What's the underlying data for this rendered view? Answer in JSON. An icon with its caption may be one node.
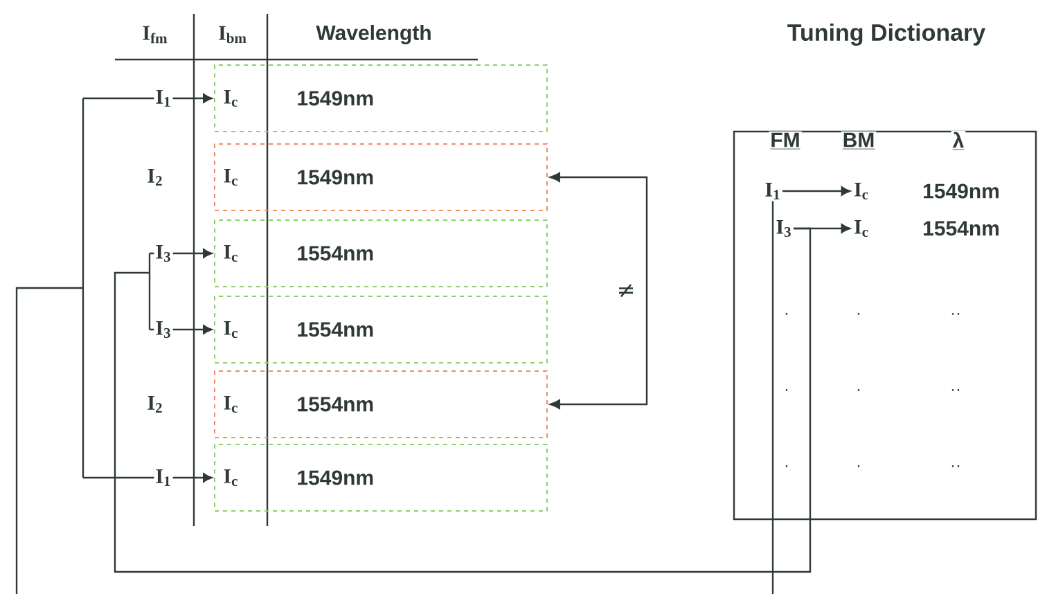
{
  "diagram": {
    "nodes": [
      {
        "text": [
          "I$_{c}$",
          "1549nm"
        ]
      },
      {
        "text": [
          "I$_{c}$",
          "1549nm"
        ]
      },
      {
        "text": [
          "I$_{c}$",
          "1554nm"
        ]
      },
      {
        "text": [
          "I$_{c}$",
          "1554nm"
        ]
      },
      {
        "text": [
          "I$_{c}$",
          "1554nm"
        ]
      },
      {
        "text": [
          "I$_{c}$",
          "1549nm"
        ]
      },
      {
        "text": [
          "Tuning Dictionary"
        ]
      },
      {
        "text": [
          "I$_{1}$"
        ],
        "in": 6
      },
      {
        "text": [
          "I$_{c}$"
        ],
        "in": 6
      },
      {
        "text": [
          "I$_{3}$"
        ],
        "in": 6
      },
      {
        "text": [
          "I$_{c}$"
        ],
        "in": 6
      }
    ],
    "edges": [
      {
        "from": null,
        "to": 0,
        "arrow": "to"
      },
      {
        "from": null,
        "to": 5,
        "arrow": "to"
      },
      {
        "from": 9,
        "to": 2,
        "arrow": "to"
      },
      {
        "from": 9,
        "to": 3,
        "arrow": "to"
      },
      {
        "from": 1,
        "to": 4,
        "arrow": "both",
        "label": "≠"
      },
      {
        "from": 7,
        "to": null,
        "arrow": "none"
      },
      {
        "from": 7,
        "to": 8,
        "arrow": "to"
      },
      {
        "from": 9,
        "to": 10,
        "arrow": "to"
      }
    ],
    "labels": [
      "I$_{fm}$",
      "I$_{bm}$",
      "Wavelength",
      "I$_{1}$",
      "I$_{2}$",
      "I$_{3}$",
      "I$_{3}$",
      "I$_{2}$",
      "I$_{1}$",
      "FM",
      "BM",
      "λ",
      "1549nm",
      "1554nm",
      "·",
      "·",
      "··",
      "·",
      "·",
      "··",
      "·",
      "·",
      "··"
    ]
  }
}
